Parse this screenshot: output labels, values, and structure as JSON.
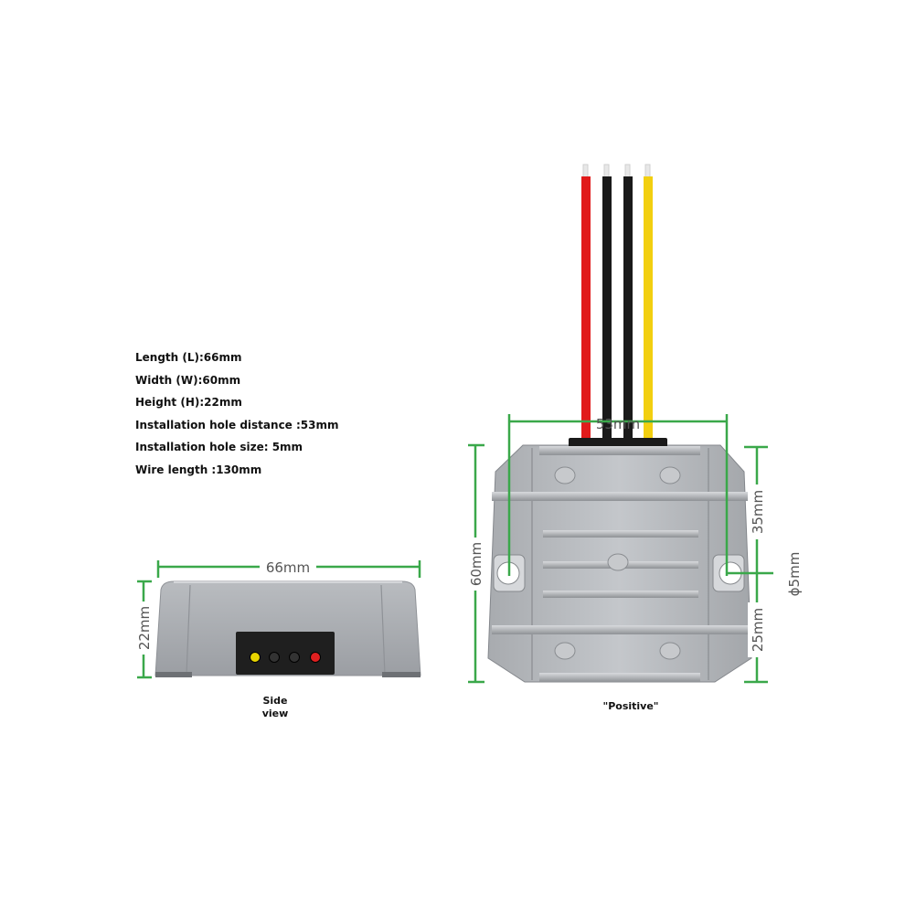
{
  "specs": [
    "Length (L):66mm",
    "Width (W):60mm",
    "Height (H):22mm",
    "Installation hole distance :53mm",
    "Installation hole size: 5mm",
    "Wire length :130mm"
  ],
  "side_view": {
    "caption_line1": "Side",
    "caption_line2": "view",
    "length_label": "66mm",
    "height_label": "22mm",
    "indicator_colors": [
      "#e8d400",
      "#333333",
      "#333333",
      "#e02020"
    ]
  },
  "front_view": {
    "caption": "\"Positive\"",
    "hole_distance_label": "53mm",
    "width_label": "60mm",
    "top_offset_label": "35mm",
    "bottom_offset_label": "25mm",
    "hole_size_label": "ϕ5mm",
    "wire_colors": [
      "#e11b1b",
      "#1a1a1a",
      "#1a1a1a",
      "#f2cf10"
    ]
  },
  "colors": {
    "dimension_line": "#3aa84a",
    "housing": "#a9acb0",
    "dimension_text": "#555555"
  }
}
